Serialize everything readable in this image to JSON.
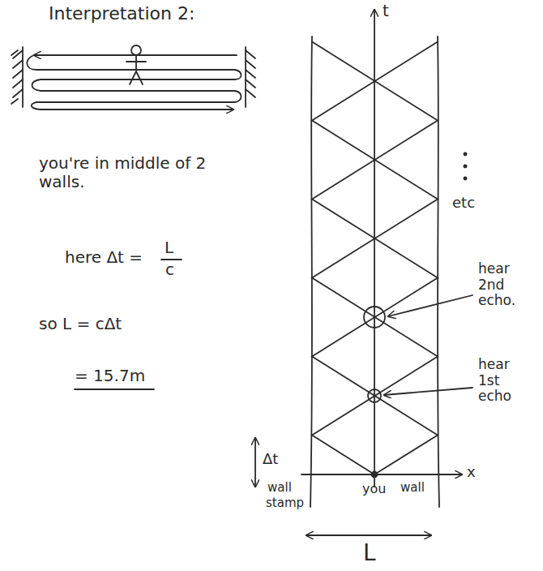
{
  "diagram": {
    "title": "Interpretation 2:",
    "labels": [
      "t",
      "you're in middle of 2 walls.",
      "here Δt =",
      "L",
      "c",
      "so L = cΔt",
      "= 15.7m",
      "Δt",
      "etc",
      "hear 2nd echo.",
      "hear 1st echo",
      "wall",
      "stamp",
      "you",
      "wall",
      "x",
      "L"
    ]
  }
}
